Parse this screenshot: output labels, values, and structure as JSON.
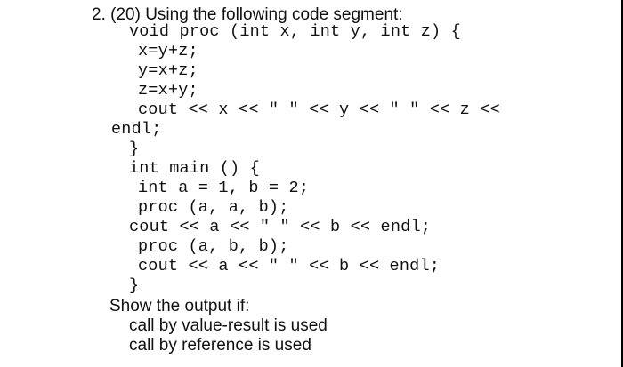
{
  "question": {
    "heading": "2. (20) Using the following code segment:",
    "code_lines": [
      "void proc (int x, int y, int z) {",
      "x=y+z;",
      "y=x+z;",
      "z=x+y;",
      "cout << x << \" \" << y << \" \" << z <<",
      "endl;",
      "}",
      "int main () {",
      "int a = 1, b = 2;",
      "proc (a, a, b);",
      "cout << a << \" \" << b << endl;",
      "proc (a, b, b);",
      "cout << a << \" \" << b << endl;",
      "}"
    ],
    "prompt": "Show the output if:",
    "options": [
      "call by value-result is used",
      "call by reference is used"
    ]
  }
}
